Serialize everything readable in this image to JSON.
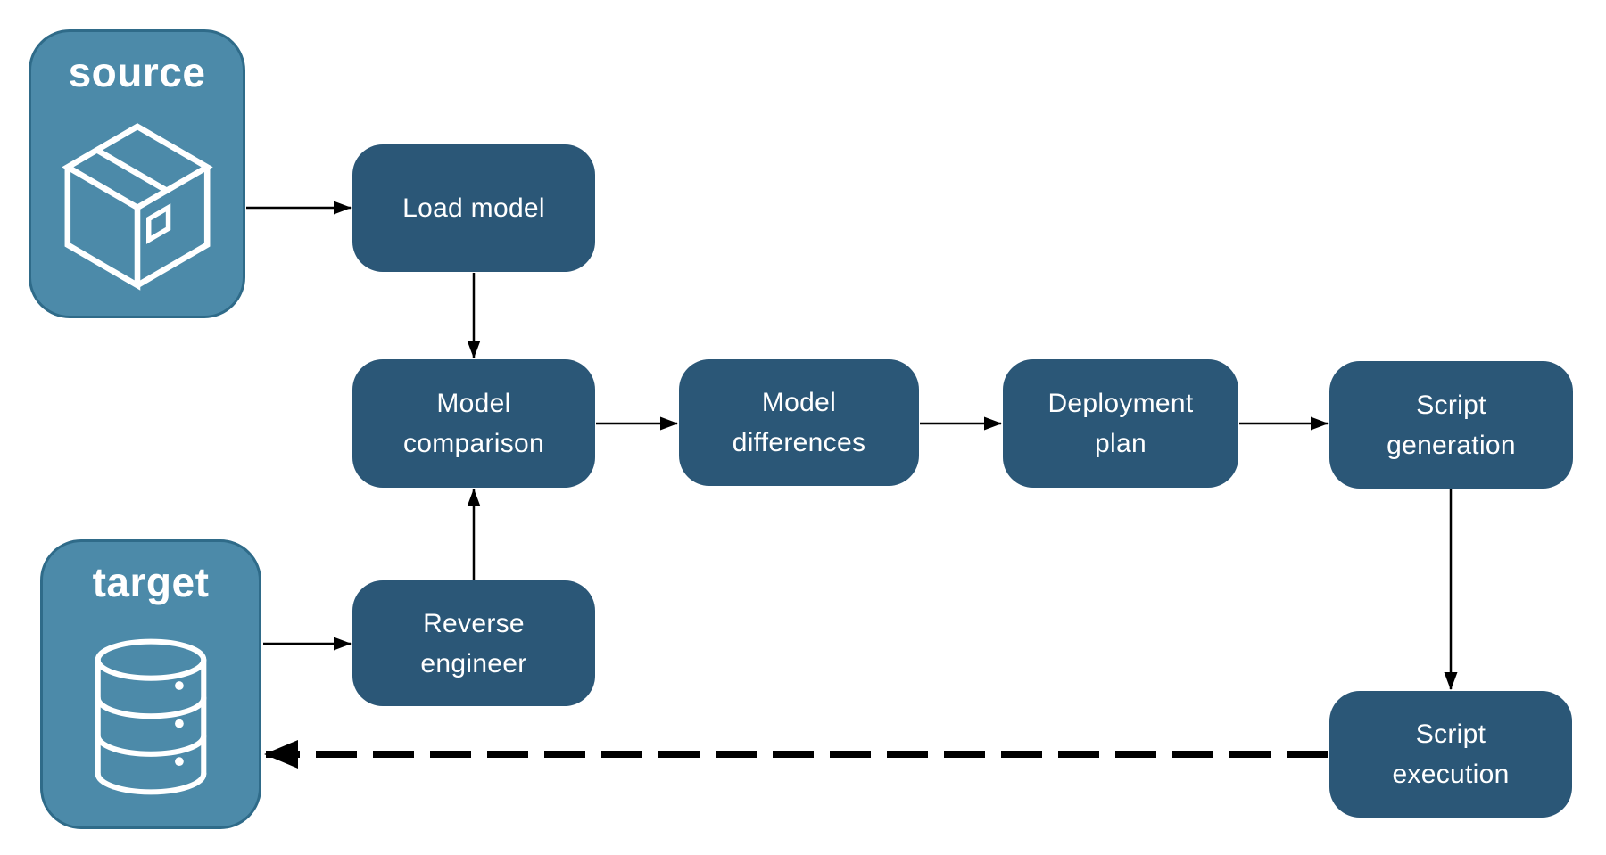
{
  "colors": {
    "background": "#ffffff",
    "node_fill": "#2b5777",
    "container_fill": "#4c8aa9",
    "container_border": "#2f6b89",
    "arrow": "#000000",
    "text_color": "#ffffff"
  },
  "containers": {
    "source": {
      "label": "source",
      "icon": "package-icon"
    },
    "target": {
      "label": "target",
      "icon": "database-icon"
    }
  },
  "nodes": {
    "load_model": {
      "label": "Load model"
    },
    "model_comparison": {
      "label": "Model comparison"
    },
    "model_differences": {
      "label": "Model differences"
    },
    "deployment_plan": {
      "label": "Deployment plan"
    },
    "script_generation": {
      "label": "Script generation"
    },
    "reverse_engineer": {
      "label": "Reverse engineer"
    },
    "script_execution": {
      "label": "Script execution"
    }
  },
  "edges": [
    {
      "from": "source",
      "to": "load_model",
      "style": "solid"
    },
    {
      "from": "load_model",
      "to": "model_comparison",
      "style": "solid"
    },
    {
      "from": "model_comparison",
      "to": "model_differences",
      "style": "solid"
    },
    {
      "from": "model_differences",
      "to": "deployment_plan",
      "style": "solid"
    },
    {
      "from": "deployment_plan",
      "to": "script_generation",
      "style": "solid"
    },
    {
      "from": "script_generation",
      "to": "script_execution",
      "style": "solid"
    },
    {
      "from": "target",
      "to": "reverse_engineer",
      "style": "solid"
    },
    {
      "from": "reverse_engineer",
      "to": "model_comparison",
      "style": "solid"
    },
    {
      "from": "script_execution",
      "to": "target",
      "style": "dashed"
    }
  ]
}
